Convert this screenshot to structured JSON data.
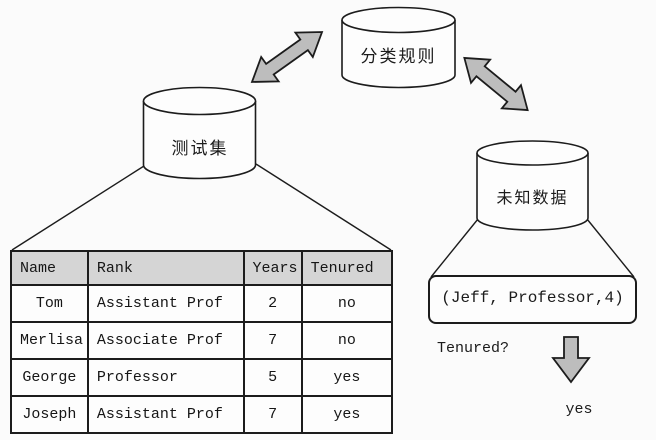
{
  "diagram": {
    "test_set_label": "测试集",
    "classification_rules_label": "分类规则",
    "unknown_data_label": "未知数据",
    "tuple_text": "(Jeff, Professor,4)",
    "question_text": "Tenured?",
    "answer_text": "yes"
  },
  "table": {
    "headers": [
      "Name",
      "Rank",
      "Years",
      "Tenured"
    ],
    "rows": [
      [
        "Tom",
        "Assistant Prof",
        "2",
        "no"
      ],
      [
        "Merlisa",
        "Associate Prof",
        "7",
        "no"
      ],
      [
        "George",
        "Professor",
        "5",
        "yes"
      ],
      [
        "Joseph",
        "Assistant Prof",
        "7",
        "yes"
      ]
    ]
  },
  "colors": {
    "arrow_fill": "#bdbdbd",
    "outline": "#1c1c1c",
    "header_fill": "#d5d5d5",
    "background": "#fbfbfb",
    "shape_fill": "#fdfdfd"
  }
}
